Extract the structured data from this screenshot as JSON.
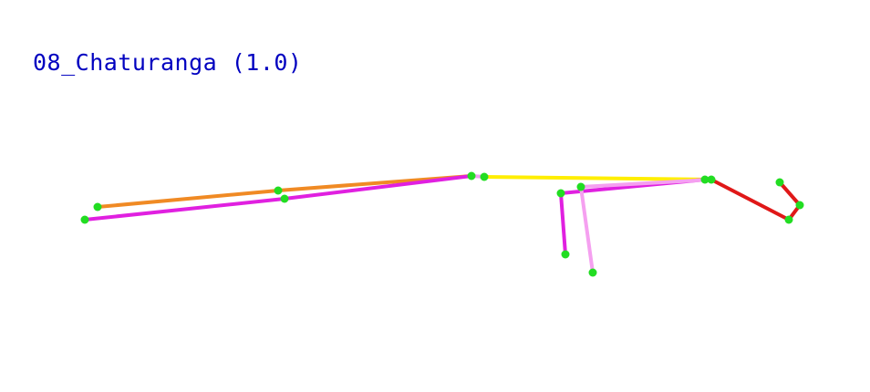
{
  "pose": {
    "title": "08_Chaturanga (1.0)"
  },
  "colors": {
    "title": "#0000c0",
    "joint": "#22dd22",
    "background": "#ffffff"
  },
  "skeleton": {
    "bones": [
      {
        "name": "bone-orange-lower-leg",
        "color": "#f08a24"
      },
      {
        "name": "bone-orange-upper-leg",
        "color": "#f08a24"
      },
      {
        "name": "bone-magenta-lower-leg",
        "color": "#e020e0"
      },
      {
        "name": "bone-magenta-upper-leg",
        "color": "#e020e0"
      },
      {
        "name": "bone-hip-connector",
        "color": "#f0a0f0"
      },
      {
        "name": "bone-yellow-torso",
        "color": "#ffee00"
      },
      {
        "name": "bone-magenta-upper-arm",
        "color": "#e020e0"
      },
      {
        "name": "bone-magenta-forearm",
        "color": "#e020e0"
      },
      {
        "name": "bone-pink-upper-arm",
        "color": "#f5a0f0"
      },
      {
        "name": "bone-pink-forearm",
        "color": "#f5a0f0"
      },
      {
        "name": "bone-red-neck",
        "color": "#e01818"
      },
      {
        "name": "bone-red-head-lower",
        "color": "#e01818"
      },
      {
        "name": "bone-red-head-upper",
        "color": "#e01818"
      }
    ]
  }
}
